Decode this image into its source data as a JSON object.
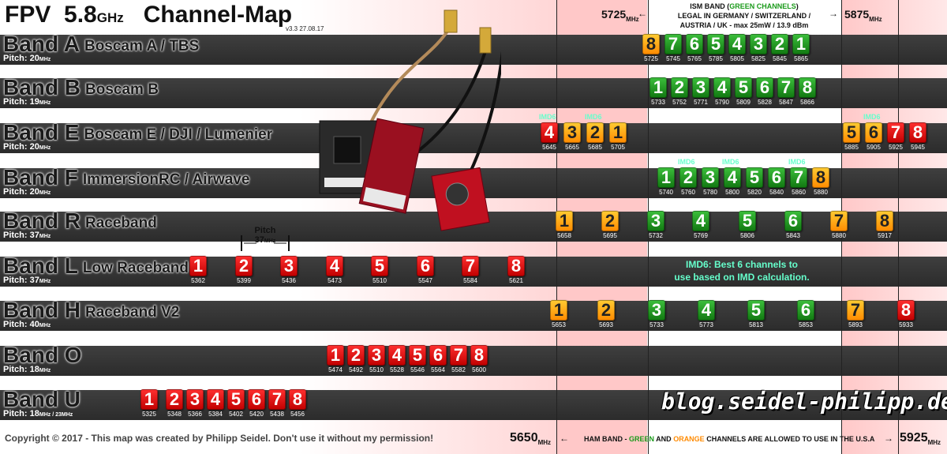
{
  "header": {
    "title_fpv": "FPV",
    "title_freq": "5.8",
    "title_ghz": "GHz",
    "title_map": "Channel-Map",
    "version": "v3.3 27.08.17",
    "freq_5725": "5725",
    "freq_5875": "5875",
    "freq_5650": "5650",
    "freq_5925": "5925",
    "unit_mhz": "MHz",
    "ism_line1_a": "ISM BAND (",
    "ism_line1_green": "GREEN CHANNELS",
    "ism_line1_b": ")",
    "ism_line2": "LEGAL IN GERMANY / SWITZERLAND /",
    "ism_line3": "AUSTRIA / UK - max 25mW / 13.9 dBm"
  },
  "pitch_annotation": {
    "label": "Pitch",
    "value": "37",
    "unit": "MHz"
  },
  "imd_note": {
    "line1": "IMD6: Best 6 channels to",
    "line2": "use based on IMD calculation."
  },
  "blog": "blog.seidel-philipp.de",
  "footer": {
    "copyright": "Copyright © 2017 - This map was created by Philipp Seidel. Don't use it without my permission!",
    "ham_a": "HAM BAND - ",
    "ham_green": "GREEN",
    "ham_and": " AND ",
    "ham_orange": "ORANGE",
    "ham_b": " CHANNELS ARE ALLOWED TO USE IN THE U.S.A"
  },
  "colors": {
    "red": "#d81010",
    "green": "#1f9a1f",
    "orange": "#ffaa00",
    "row": "#333333",
    "pink": "#ffd0d0"
  },
  "bands": [
    {
      "id": "A",
      "title": "Band A",
      "sub": "Boscam A / TBS",
      "pitch": "Pitch: 20",
      "pitch_unit": "MHz",
      "channels": [
        {
          "n": "8",
          "f": "5725",
          "c": "orange"
        },
        {
          "n": "7",
          "f": "5745",
          "c": "green"
        },
        {
          "n": "6",
          "f": "5765",
          "c": "green"
        },
        {
          "n": "5",
          "f": "5785",
          "c": "green"
        },
        {
          "n": "4",
          "f": "5805",
          "c": "green"
        },
        {
          "n": "3",
          "f": "5825",
          "c": "green"
        },
        {
          "n": "2",
          "f": "5845",
          "c": "green"
        },
        {
          "n": "1",
          "f": "5865",
          "c": "green"
        }
      ]
    },
    {
      "id": "B",
      "title": "Band B",
      "sub": "Boscam B",
      "pitch": "Pitch: 19",
      "pitch_unit": "MHz",
      "channels": [
        {
          "n": "1",
          "f": "5733",
          "c": "green"
        },
        {
          "n": "2",
          "f": "5752",
          "c": "green"
        },
        {
          "n": "3",
          "f": "5771",
          "c": "green"
        },
        {
          "n": "4",
          "f": "5790",
          "c": "green"
        },
        {
          "n": "5",
          "f": "5809",
          "c": "green"
        },
        {
          "n": "6",
          "f": "5828",
          "c": "green"
        },
        {
          "n": "7",
          "f": "5847",
          "c": "green"
        },
        {
          "n": "8",
          "f": "5866",
          "c": "green"
        }
      ]
    },
    {
      "id": "E",
      "title": "Band E",
      "sub": "Boscam E / DJI  / Lumenier",
      "pitch": "Pitch: 20",
      "pitch_unit": "MHz",
      "channels": [
        {
          "n": "4",
          "f": "5645",
          "c": "red",
          "imd": true
        },
        {
          "n": "3",
          "f": "5665",
          "c": "orange"
        },
        {
          "n": "2",
          "f": "5685",
          "c": "orange",
          "imd": true
        },
        {
          "n": "1",
          "f": "5705",
          "c": "orange"
        },
        {
          "n": "5",
          "f": "5885",
          "c": "orange"
        },
        {
          "n": "6",
          "f": "5905",
          "c": "orange",
          "imd": true
        },
        {
          "n": "7",
          "f": "5925",
          "c": "red"
        },
        {
          "n": "8",
          "f": "5945",
          "c": "red"
        }
      ]
    },
    {
      "id": "F",
      "title": "Band F",
      "sub": "ImmersionRC / Airwave",
      "pitch": "Pitch: 20",
      "pitch_unit": "MHz",
      "channels": [
        {
          "n": "1",
          "f": "5740",
          "c": "green"
        },
        {
          "n": "2",
          "f": "5760",
          "c": "green",
          "imd": true
        },
        {
          "n": "3",
          "f": "5780",
          "c": "green"
        },
        {
          "n": "4",
          "f": "5800",
          "c": "green",
          "imd": true
        },
        {
          "n": "5",
          "f": "5820",
          "c": "green"
        },
        {
          "n": "6",
          "f": "5840",
          "c": "green"
        },
        {
          "n": "7",
          "f": "5860",
          "c": "green",
          "imd": true
        },
        {
          "n": "8",
          "f": "5880",
          "c": "orange"
        }
      ]
    },
    {
      "id": "R",
      "title": "Band R",
      "sub": "Raceband",
      "pitch": "Pitch: 37",
      "pitch_unit": "MHz",
      "channels": [
        {
          "n": "1",
          "f": "5658",
          "c": "orange"
        },
        {
          "n": "2",
          "f": "5695",
          "c": "orange"
        },
        {
          "n": "3",
          "f": "5732",
          "c": "green"
        },
        {
          "n": "4",
          "f": "5769",
          "c": "green"
        },
        {
          "n": "5",
          "f": "5806",
          "c": "green"
        },
        {
          "n": "6",
          "f": "5843",
          "c": "green"
        },
        {
          "n": "7",
          "f": "5880",
          "c": "orange"
        },
        {
          "n": "8",
          "f": "5917",
          "c": "orange"
        }
      ]
    },
    {
      "id": "L",
      "title": "Band L",
      "sub": "Low Raceband",
      "pitch": "Pitch: 37",
      "pitch_unit": "MHz",
      "channels": [
        {
          "n": "1",
          "f": "5362",
          "c": "red"
        },
        {
          "n": "2",
          "f": "5399",
          "c": "red"
        },
        {
          "n": "3",
          "f": "5436",
          "c": "red"
        },
        {
          "n": "4",
          "f": "5473",
          "c": "red"
        },
        {
          "n": "5",
          "f": "5510",
          "c": "red"
        },
        {
          "n": "6",
          "f": "5547",
          "c": "red"
        },
        {
          "n": "7",
          "f": "5584",
          "c": "red"
        },
        {
          "n": "8",
          "f": "5621",
          "c": "red"
        }
      ]
    },
    {
      "id": "H",
      "title": "Band H",
      "sub": "Raceband V2",
      "pitch": "Pitch: 40",
      "pitch_unit": "MHz",
      "channels": [
        {
          "n": "1",
          "f": "5653",
          "c": "orange"
        },
        {
          "n": "2",
          "f": "5693",
          "c": "orange"
        },
        {
          "n": "3",
          "f": "5733",
          "c": "green"
        },
        {
          "n": "4",
          "f": "5773",
          "c": "green"
        },
        {
          "n": "5",
          "f": "5813",
          "c": "green"
        },
        {
          "n": "6",
          "f": "5853",
          "c": "green"
        },
        {
          "n": "7",
          "f": "5893",
          "c": "orange"
        },
        {
          "n": "8",
          "f": "5933",
          "c": "red"
        }
      ]
    },
    {
      "id": "O",
      "title": "Band O",
      "sub": "",
      "pitch": "Pitch: 18",
      "pitch_unit": "MHz",
      "channels": [
        {
          "n": "1",
          "f": "5474",
          "c": "red"
        },
        {
          "n": "2",
          "f": "5492",
          "c": "red"
        },
        {
          "n": "3",
          "f": "5510",
          "c": "red"
        },
        {
          "n": "4",
          "f": "5528",
          "c": "red"
        },
        {
          "n": "5",
          "f": "5546",
          "c": "red"
        },
        {
          "n": "6",
          "f": "5564",
          "c": "red"
        },
        {
          "n": "7",
          "f": "5582",
          "c": "red"
        },
        {
          "n": "8",
          "f": "5600",
          "c": "red"
        }
      ]
    },
    {
      "id": "U",
      "title": "Band U",
      "sub": "",
      "pitch": "Pitch: 18",
      "pitch_unit": "MHz / 23",
      "pitch_unit2": "MHz",
      "channels": [
        {
          "n": "1",
          "f": "5325",
          "c": "red"
        },
        {
          "n": "2",
          "f": "5348",
          "c": "red"
        },
        {
          "n": "3",
          "f": "5366",
          "c": "red"
        },
        {
          "n": "4",
          "f": "5384",
          "c": "red"
        },
        {
          "n": "5",
          "f": "5402",
          "c": "red"
        },
        {
          "n": "6",
          "f": "5420",
          "c": "red"
        },
        {
          "n": "7",
          "f": "5438",
          "c": "red"
        },
        {
          "n": "8",
          "f": "5456",
          "c": "red"
        }
      ]
    }
  ]
}
